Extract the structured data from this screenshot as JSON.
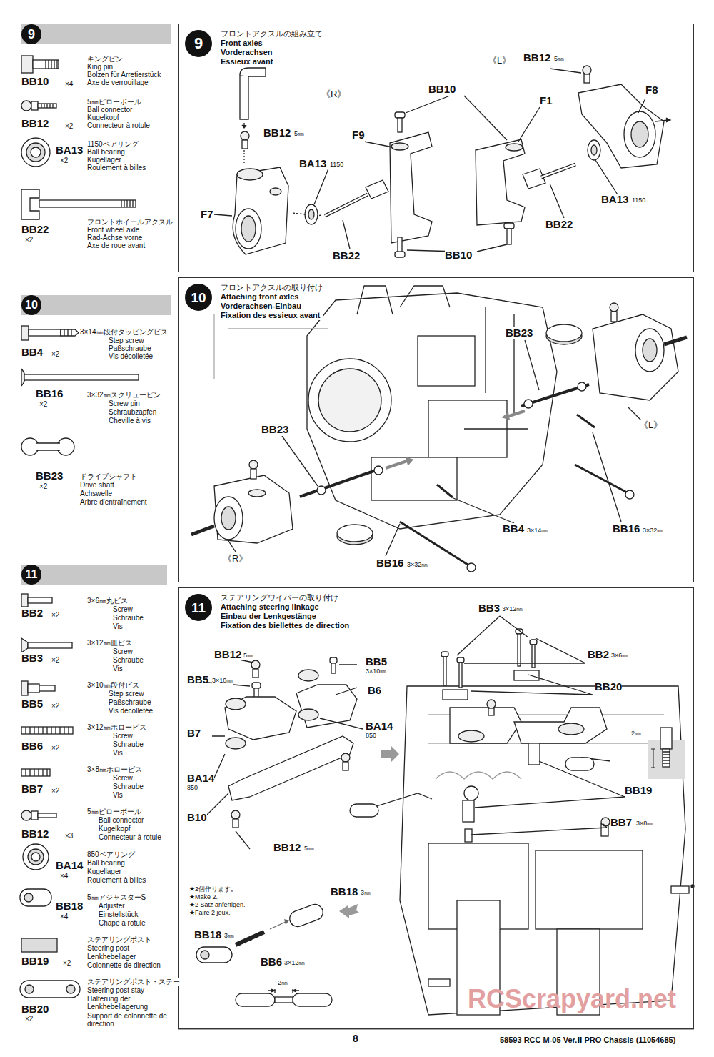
{
  "diagram": {
    "nodes": [
      {
        "text": [
          "9"
        ]
      },
      {
        "text": [
          "フロントアクスルの組み立て",
          "Front axles",
          "Vorderachsen",
          "Essieux avant"
        ]
      },
      {
        "text": [
          "9"
        ],
        "in": 1
      },
      {
        "text": [
          "10"
        ]
      },
      {
        "text": [
          "フロントアクスルの取り付け",
          "Attaching front axles",
          "Vorderachsen-Einbau",
          "Fixation des essieux avant"
        ]
      },
      {
        "text": [
          "10"
        ],
        "in": 4
      },
      {
        "text": [
          "11"
        ]
      },
      {
        "text": [
          "ステアリングワイパーの取り付け",
          "Attaching steering linkage",
          "Einbau der Lenkgestänge",
          "Fixation des biellettes de direction"
        ]
      },
      {
        "text": [
          "11"
        ],
        "in": 7
      }
    ],
    "labels": [
      "BB10",
      "×4",
      "キングピン",
      "King pin",
      "Bolzen für Arretierstück",
      "Axe de verrouillage",
      "BB12",
      "×2",
      "5㎜ピローボール",
      "Ball connector",
      "Kugelkopf",
      "Connecteur à rotule",
      "BA13",
      "×2",
      "1150ベアリング",
      "Ball bearing",
      "Kugellager",
      "Roulement à billes",
      "BB22",
      "×2",
      "フロントホイールアクスル",
      "Front wheel axle",
      "Rad-Achse vorne",
      "Axe de roue avant",
      "《L》",
      "BB12",
      "5㎜",
      "F8",
      "BB10",
      "F1",
      "《R》",
      "BB12",
      "5㎜",
      "F9",
      "BA13",
      "1150",
      "F7",
      "BB22",
      "BB10",
      "BB22",
      "BA13",
      "1150",
      "BB4",
      "×2",
      "3×14㎜段付タッピングビス",
      "Step screw",
      "Paßschraube",
      "Vis décolletée",
      "BB16",
      "×2",
      "3×32㎜スクリューピン",
      "Screw pin",
      "Schraubzapfen",
      "Cheville à vis",
      "BB23",
      "×2",
      "ドライブシャフト",
      "Drive shaft",
      "Achswelle",
      "Arbre d'entraînement",
      "BB23",
      "BB23",
      "《L》",
      "《R》",
      "BB4",
      "3×14㎜",
      "BB16",
      "3×32㎜",
      "BB16",
      "3×32㎜",
      "BB2",
      "×2",
      "3×6㎜丸ビス",
      "Screw",
      "Schraube",
      "Vis",
      "BB3",
      "×2",
      "3×12㎜皿ビス",
      "Screw",
      "Schraube",
      "Vis",
      "BB5",
      "×2",
      "3×10㎜段付ビス",
      "Step screw",
      "Paßschraube",
      "Vis décolletée",
      "BB6",
      "×2",
      "3×12㎜ホロービス",
      "Screw",
      "Schraube",
      "Vis",
      "BB7",
      "×2",
      "3×8㎜ホロービス",
      "Screw",
      "Schraube",
      "Vis",
      "BB12",
      "×3",
      "5㎜ピローボール",
      "Ball connector",
      "Kugelkopf",
      "Connecteur à rotule",
      "BA14",
      "×4",
      "850ベアリング",
      "Ball bearing",
      "Kugellager",
      "Roulement à billes",
      "BB18",
      "×4",
      "5㎜アジャスターS",
      "Adjuster",
      "Einstellstück",
      "Chape à rotule",
      "BB19",
      "×2",
      "ステアリングポスト",
      "Steering post",
      "Lenkhebellager",
      "Colonnette de direction",
      "BB20",
      "×2",
      "ステアリングポスト・ステー",
      "Steering post stay",
      "Halterung der Lenkhebellagerung",
      "Support de colonnette de direction",
      "BB3",
      "3×12㎜",
      "BB2",
      "3×6㎜",
      "BB20",
      "BB12",
      "5㎜",
      "BB5",
      "3×10㎜",
      "BB5",
      "3×10㎜",
      "B6",
      "BA14",
      "850",
      "B7",
      "BA14",
      "850",
      "B10",
      "BB12",
      "5㎜",
      "2㎜",
      "BB19",
      "BB7",
      "3×8㎜",
      "★2個作ります。",
      "★Make 2.",
      "★2 Satz anfertigen.",
      "★Faire 2 jeux.",
      "BB18",
      "3㎜",
      "BB6",
      "3×12㎜",
      "BB18",
      "3㎜",
      "2㎜",
      "RCScrapyard.net",
      "8",
      "58593 RCC M-05 Ver.Ⅱ PRO Chassis (11054685)"
    ]
  }
}
